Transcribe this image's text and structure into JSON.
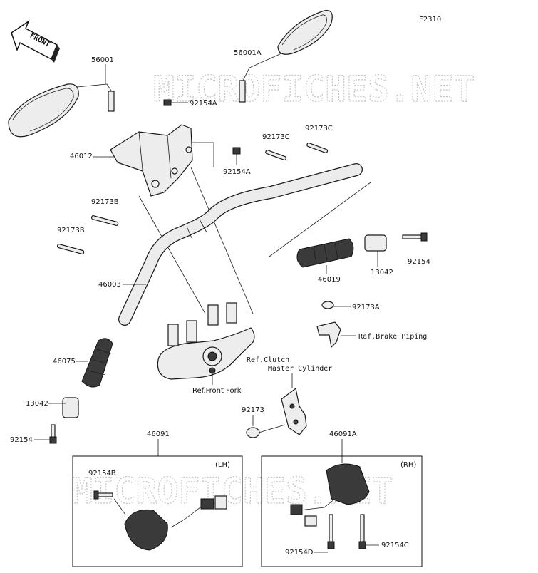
{
  "diagram": {
    "code": "F2310",
    "front_label": "FRONT",
    "watermark": "MICROFICHES.NET",
    "boxes": {
      "lh": "(LH)",
      "rh": "(RH)"
    },
    "parts": {
      "p56001": "56001",
      "p56001A": "56001A",
      "p92154A_top": "92154A",
      "p92154A_mid": "92154A",
      "p46012": "46012",
      "p92173C_a": "92173C",
      "p92173C_b": "92173C",
      "p92173B_a": "92173B",
      "p92173B_b": "92173B",
      "p46003": "46003",
      "p46019": "46019",
      "p13042_r": "13042",
      "p92154_r": "92154",
      "p92173A": "92173A",
      "p46075": "46075",
      "p13042_l": "13042",
      "p92154_l": "92154",
      "p92173": "92173",
      "p46091": "46091",
      "p46091A": "46091A",
      "p92154B": "92154B",
      "p92154D": "92154D",
      "p92154C": "92154C"
    },
    "refs": {
      "brake_piping": "Ref.Brake Piping",
      "clutch_line1": "Ref.Clutch",
      "clutch_line2": "Master Cylinder",
      "front_fork": "Ref.Front Fork"
    }
  }
}
